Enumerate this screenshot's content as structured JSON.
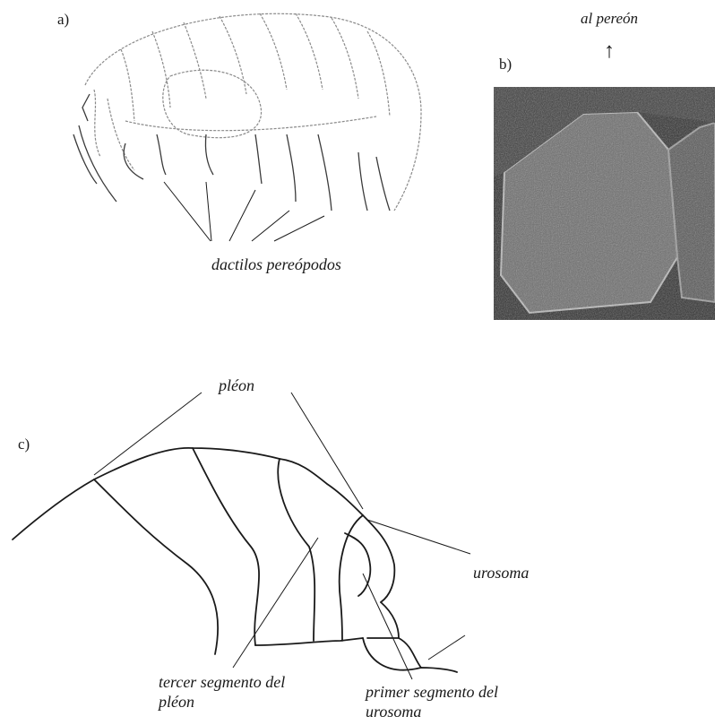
{
  "panel_a": {
    "letter": "a)",
    "caption": "dactilos pereópodos"
  },
  "panel_b": {
    "letter": "b)",
    "arrow_label": "al pereón",
    "arrow_glyph": "↑"
  },
  "panel_c": {
    "letter": "c)",
    "label_pleon": "pléon",
    "label_urosoma": "urosoma",
    "label_third_line1": "tercer segmento del",
    "label_third_line2": "pléon",
    "label_first_line1": "primer segmento del",
    "label_first_line2": "urosoma"
  },
  "colors": {
    "line": "#1a1a1a",
    "faint": "#8a8a8a",
    "photo_bg": "#2b2b2b",
    "photo_plate": "#6e6e6e"
  }
}
